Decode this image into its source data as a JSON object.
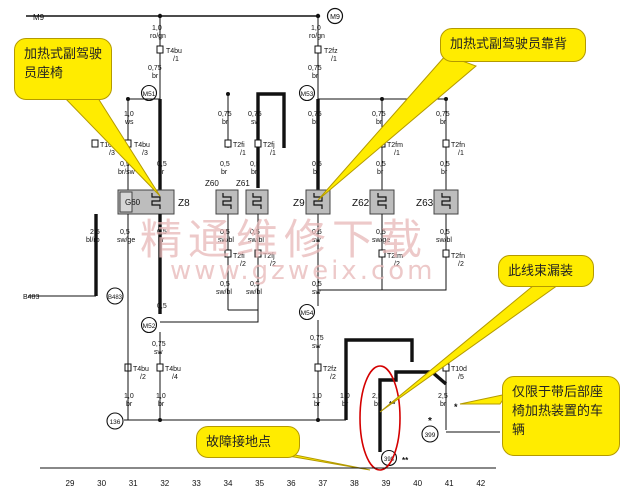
{
  "nets": {
    "top_left": "M9",
    "top_right_node": "M9",
    "bus_left": "B483",
    "node_b483": "B483"
  },
  "labels": {
    "c1_top_size": "1,0",
    "c1_top_color": "ro/gn",
    "c1_t_name": "T4bu",
    "c1_t_pin": "/1",
    "c1_mid_size": "0,75",
    "c1_mid_color": "br",
    "c2_top_size": "1,0",
    "c2_top_color": "ro/gn",
    "c2_t_name": "T2fz",
    "c2_t_pin": "/1",
    "c2_mid_size": "0,75",
    "c2_mid_color": "br",
    "m51": "M51",
    "m53": "M53",
    "m52": "M52",
    "m54": "M54",
    "w1_size": "1,0",
    "w1_color": "ws",
    "w1_t": "T10",
    "w1_pin": "/3",
    "w2_t": "T4bu",
    "w2_pin": "/3",
    "w3_size": "0,75",
    "w3_color": "br",
    "w3_t": "T2fi",
    "w3_pin": "/1",
    "w4_size": "0,75",
    "w4_color": "sw",
    "w4_t": "T2fj",
    "w4_pin": "/1",
    "w5_size": "0,75",
    "w5_color": "br",
    "w6_size": "0,75",
    "w6_color": "br",
    "w6_t": "T2fm",
    "w6_pin": "/1",
    "w7_size": "0,75",
    "w7_color": "br",
    "w7_t": "T2fn",
    "w7_pin": "/1",
    "z_left": "Z8",
    "z60": "Z60",
    "z61": "Z61",
    "z9": "Z9",
    "z62": "Z62",
    "z63": "Z63",
    "g60": "G60",
    "b1_size": "0,5",
    "b1_color": "br/sw",
    "b2_size": "0,5",
    "b2_color": "br",
    "b3_size": "0,5",
    "b3_color": "br",
    "b4_size": "0,5",
    "b4_color": "br",
    "b5_size": "0,5",
    "b5_color": "br",
    "b6_size": "0,5",
    "b6_color": "br",
    "b7_size": "0,5",
    "b7_color": "br",
    "s1_size": "2,5",
    "s1_color": "bl/ro",
    "s2_size": "0,5",
    "s2_color": "sw/ge",
    "s3_size": "0,5",
    "s3_color": "br",
    "s4_size": "0,5",
    "s4_color": "sw/bl",
    "s5_size": "0,5",
    "s5_color": "sw/bl",
    "s6_size": "0,5",
    "s6_color": "sw",
    "s7_size": "0,5",
    "s7_color": "sw/ge",
    "s8_size": "0,5",
    "s8_color": "sw/bl",
    "t2fi2": "T2fi",
    "t2fi2_pin": "/2",
    "t2fj2": "T2fj",
    "t2fj2_pin": "/2",
    "t2fm2": "T2fm",
    "t2fm2_pin": "/2",
    "t2fn2": "T2fn",
    "t2fn2_pin": "/2",
    "d1_size": "0,5",
    "d1_color": "sw/bl",
    "d2_size": "0,5",
    "d2_color": "sw/bl",
    "d3_size": "0,5",
    "d3_color": "sw",
    "e1_size": "0,5",
    "e1_color": "sw",
    "e2_size": "0,75",
    "e2_color": "sw",
    "e3_size": "0,75",
    "e3_color": "sw",
    "t4bu2": "T4bu",
    "t4bu2_pin": "/2",
    "t4bu4": "T4bu",
    "t4bu4_pin": "/4",
    "t2fz2": "T2fz",
    "t2fz2_pin": "/2",
    "t10d": "T10d",
    "t10d_pin": "/5",
    "g1_size": "1,0",
    "g1_color": "br",
    "g2_size": "1,0",
    "g2_color": "br",
    "g3_size": "1,0",
    "g3_color": "br",
    "g4_size": "1,0",
    "g4_color": "br",
    "g5_size": "2,5",
    "g5_color": "br",
    "g6_size": "2,5",
    "g6_color": "br",
    "node136": "136",
    "node399": "399",
    "node_398": "398",
    "wire399": "399",
    "star": "*",
    "star2": "*",
    "dstar": "**",
    "dstar2": "**"
  },
  "axis": {
    "ticks": [
      "29",
      "30",
      "31",
      "32",
      "33",
      "34",
      "35",
      "36",
      "37",
      "38",
      "39",
      "40",
      "41",
      "42"
    ]
  },
  "callouts": {
    "seat_cushion": "加热式副驾驶员座椅",
    "seat_back": "加热式副驾驶员靠背",
    "harness_leak": "此线束漏装",
    "ground_fault": "故障接地点",
    "rear_only": "仅限于带后部座椅加热装置的车辆"
  },
  "watermark": {
    "cn": "精通维修下载",
    "url": "www.gzweix.com"
  },
  "colors": {
    "callout_fill": "#ffec00",
    "highlight_ring": "#d40000",
    "component_fill": "#bdbdbd"
  }
}
